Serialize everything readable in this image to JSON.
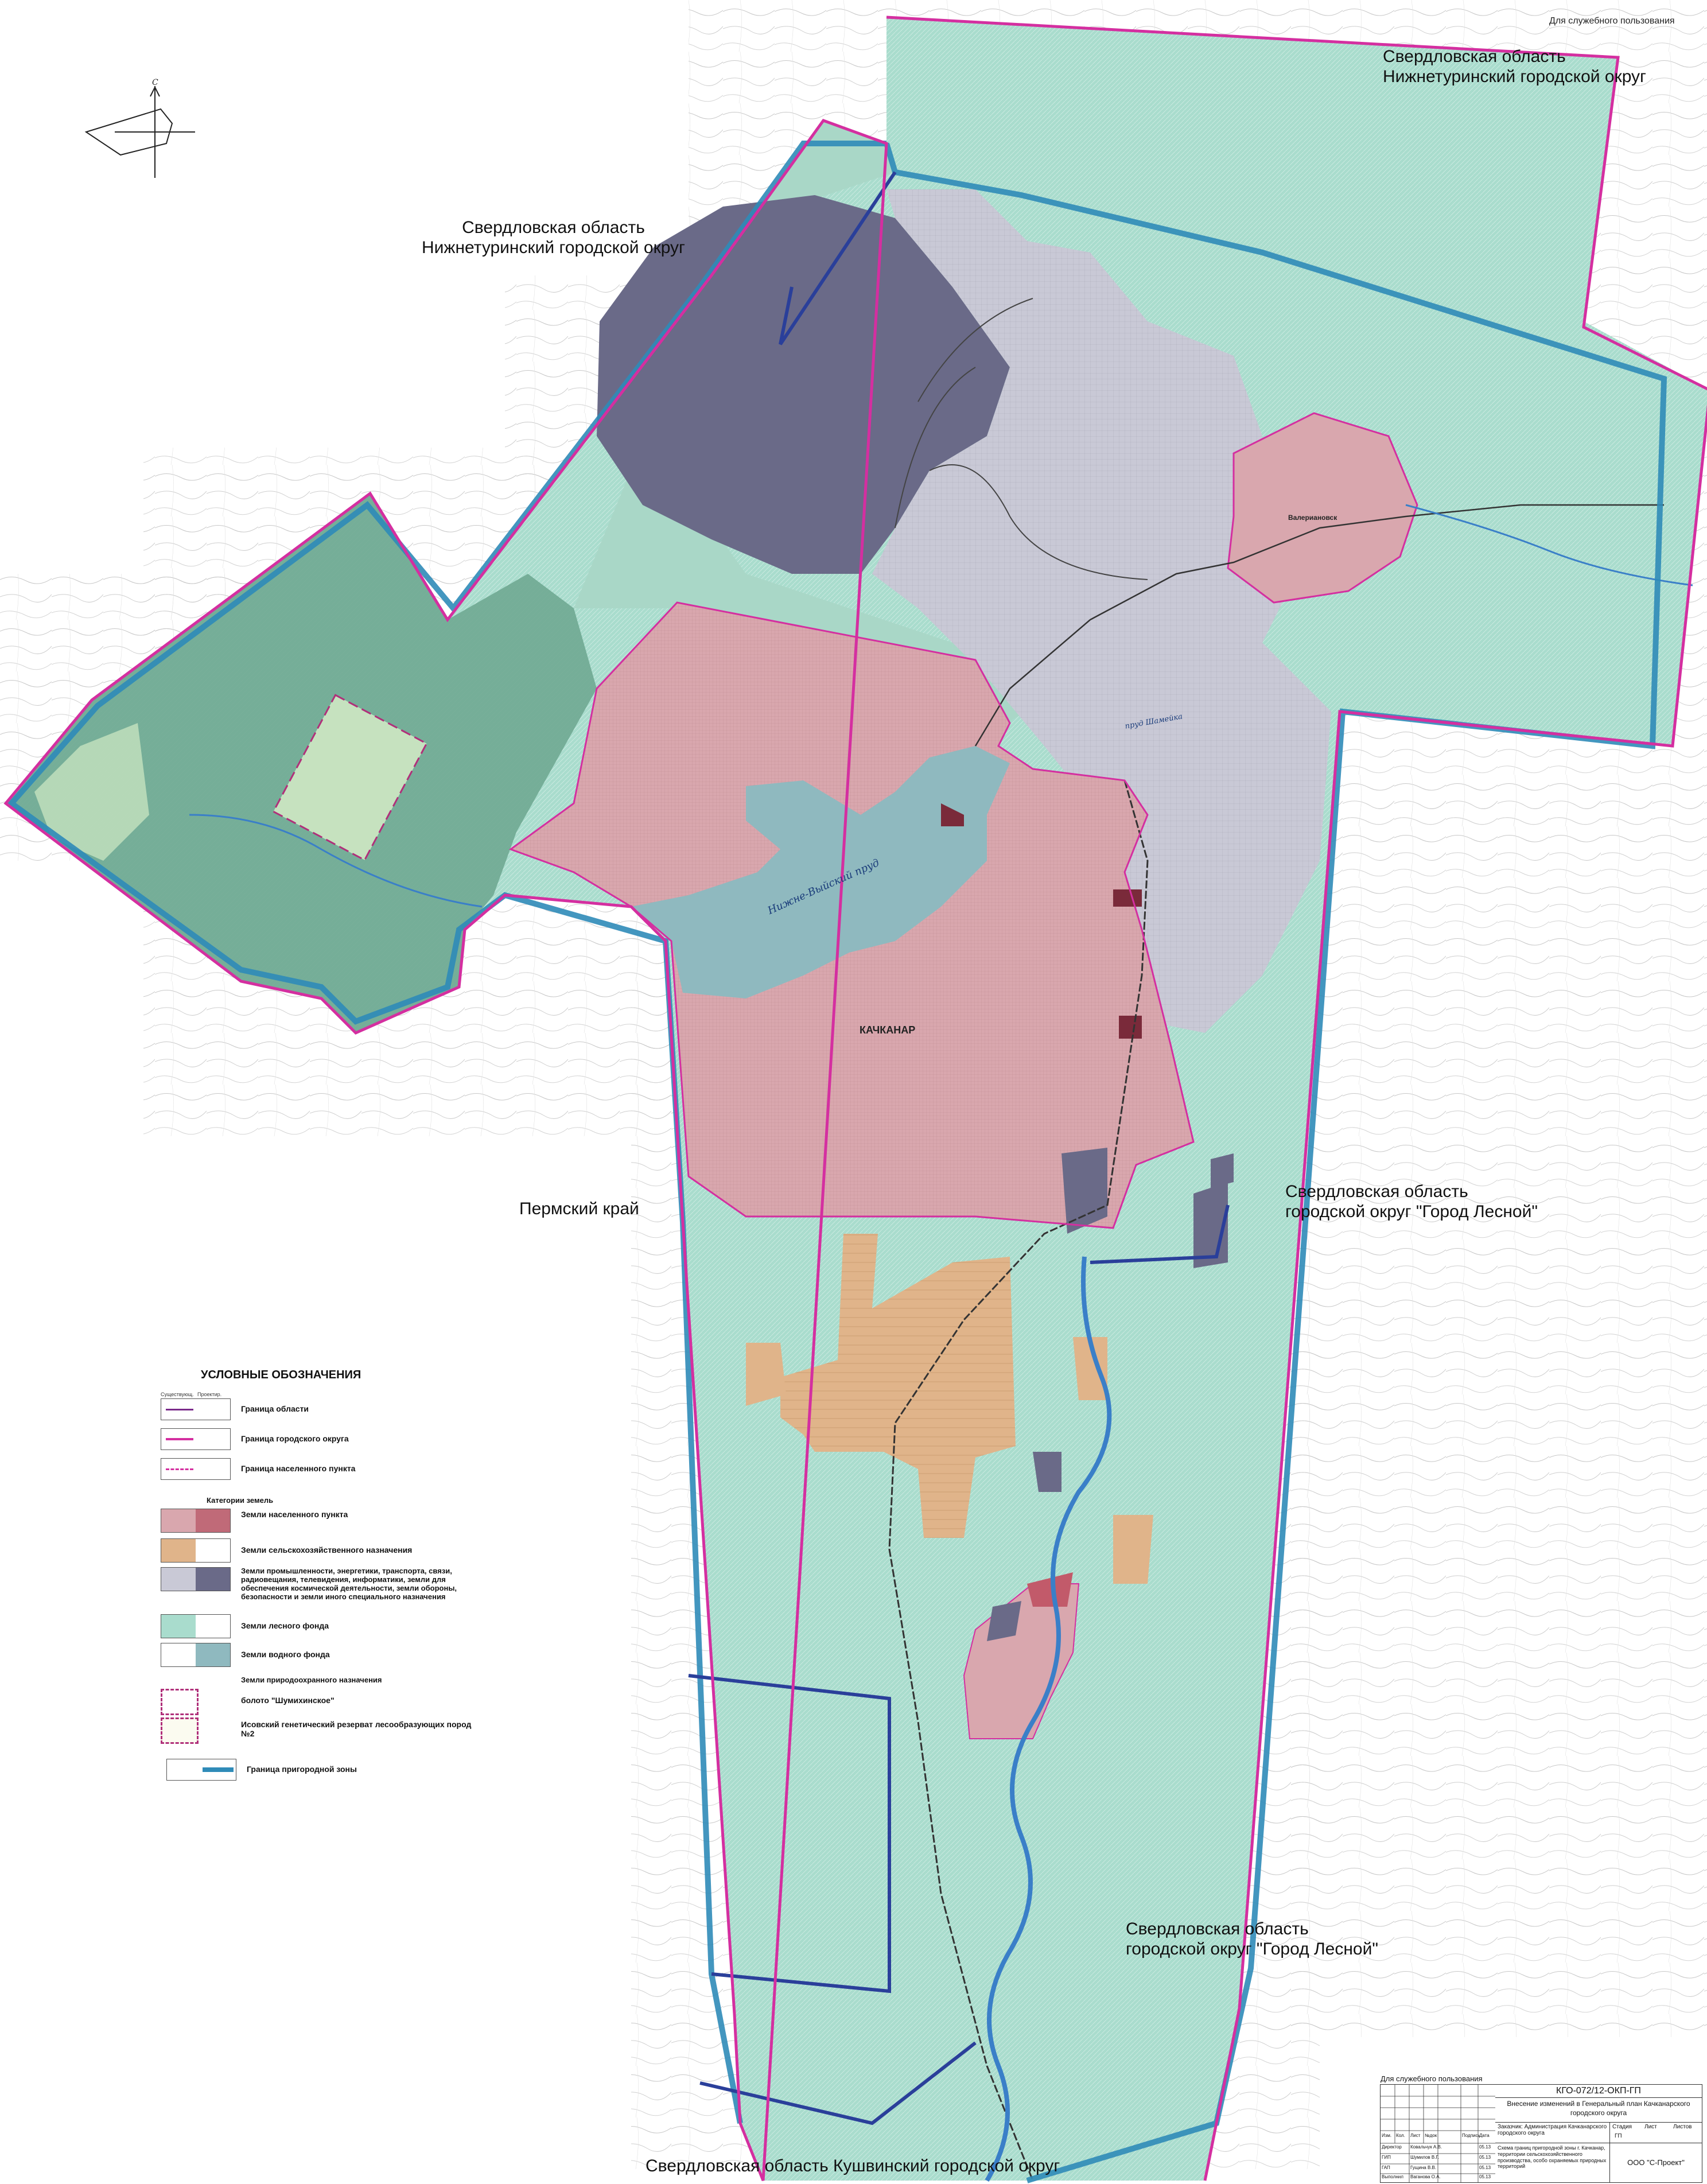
{
  "header": {
    "stamp": "Для служебного пользования"
  },
  "region_labels": {
    "ne_line1": "Свердловская область",
    "ne_line2": "Нижнетуринский городской округ",
    "nw_line1": "Свердловская область",
    "nw_line2": "Нижнетуринский городской округ",
    "west": "Пермский край",
    "e1_line1": "Свердловская область",
    "e1_line2": "городской округ \"Город Лесной\"",
    "e2_line1": "Свердловская область",
    "e2_line2": "городской округ \"Город Лесной\"",
    "south": "Свердловская область Кушвинский городской округ"
  },
  "places": {
    "main_town": "КАЧКАНАР",
    "village": "Валериановск",
    "reservoir": "Нижне-Выйский пруд",
    "reservoir2": "пруд Шамейка"
  },
  "compass": {
    "north": "С"
  },
  "legend": {
    "title": "УСЛОВНЫЕ ОБОЗНАЧЕНИЯ",
    "col_existing": "Существующ.",
    "col_planned": "Проектир.",
    "boundary_oblast": "Граница области",
    "boundary_okrug": "Граница городского округа",
    "boundary_settlement": "Граница населенного пункта",
    "categories_header": "Категории земель",
    "cat_settlement": "Земли населенного пункта",
    "cat_agri": "Земли сельскохозяйственного назначения",
    "cat_industry": "Земли промышленности, энергетики, транспорта, связи, радиовещания, телевидения, информатики, земли для обеспечения космической деятельности, земли обороны, безопасности и земли иного специального назначения",
    "cat_forest": "Земли лесного фонда",
    "cat_water": "Земли водного фонда",
    "cat_protected": "Земли природоохранного назначения",
    "protected_1": "болото \"Шумихинское\"",
    "protected_2": "Исовский генетический резерват лесообразующих пород №2",
    "suburban": "Граница пригородной зоны"
  },
  "title_block": {
    "above": "Для служебного пользования",
    "code": "КГО-072/12-ОКП-ГП",
    "title": "Внесение изменений в Генеральный план Качканарского городского округа",
    "customer": "Заказчик: Администрация Качканарского городского округа",
    "stage_label": "Стадия",
    "sheet_label": "Лист",
    "sheets_label": "Листов",
    "stage_value": "ГП",
    "sheet_name": "Схема границ пригородной зоны г. Качканар, территории сельскохозяйственного производства, особо охраняемых природных территорий",
    "org": "ООО \"С-Проект\"",
    "rows": [
      "Директор",
      "ГИП",
      "ГАП",
      "Выполнил"
    ],
    "names": [
      "Ковальчук А.В.",
      "Шумилов В.Г.",
      "Гущина В.В.",
      "Ваганова О.А."
    ],
    "dates": [
      "05.13",
      "05.13",
      "05.13",
      "05.13"
    ],
    "cols": [
      "Изм.",
      "Кол.",
      "Лист",
      "№док",
      "Подпись",
      "Дата"
    ]
  },
  "colors": {
    "settlement": "#d9a7ae",
    "agri": "#e0b48a",
    "industry": "#6a6a88",
    "industry_light": "#c9c9d6",
    "forest": "#a9dccd",
    "forest_dark": "#6fa892",
    "water": "#8fb9bf",
    "okrug_border": "#d42fa0",
    "suburban_border": "#2f8bb8",
    "blue_border": "#2a3f9a",
    "river": "#3a7fc8",
    "rail": "#333333"
  }
}
